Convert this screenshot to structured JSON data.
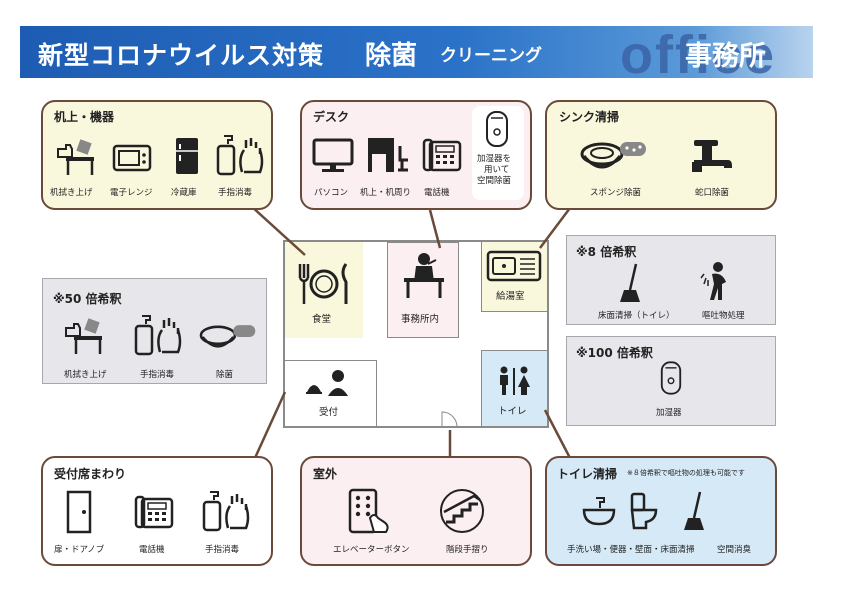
{
  "header": {
    "title": "新型コロナウイルス対策",
    "title2": "除菌",
    "title3": "クリーニング",
    "title4": "事務所",
    "watermark": "office"
  },
  "boxes": {
    "desk_top": {
      "title": "机上・機器",
      "items": [
        "机拭き上げ",
        "電子レンジ",
        "冷蔵庫",
        "手指消毒"
      ]
    },
    "desk": {
      "title": "デスク",
      "items": [
        "パソコン",
        "机上・机周り",
        "電話機"
      ],
      "humidifier": [
        "加湿器を",
        "用いて",
        "空間除菌"
      ]
    },
    "sink": {
      "title": "シンク清掃",
      "items": [
        "スポンジ除菌",
        "蛇口除菌"
      ]
    },
    "dilute50": {
      "title": "※50 倍希釈",
      "items": [
        "机拭き上げ",
        "手指消毒",
        "除菌"
      ]
    },
    "dilute8": {
      "title": "※8 倍希釈",
      "items": [
        "床面清掃（トイレ）",
        "嘔吐物処理"
      ]
    },
    "dilute100": {
      "title": "※100 倍希釈",
      "items": [
        "加湿器"
      ]
    },
    "reception_area": {
      "title": "受付席まわり",
      "items": [
        "扉・ドアノブ",
        "電話機",
        "手指消毒"
      ]
    },
    "outside": {
      "title": "室外",
      "items": [
        "エレベーターボタン",
        "階段手摺り"
      ]
    },
    "toilet_clean": {
      "title": "トイレ清掃",
      "note": "※８倍希釈で嘔吐物の処理も可能です",
      "items": [
        "手洗い場・便器・壁面・床面清掃",
        "空間消臭"
      ]
    }
  },
  "rooms": {
    "cafeteria": "食堂",
    "office": "事務所内",
    "kitchen": "給湯室",
    "reception": "受付",
    "toilet": "トイレ"
  },
  "colors": {
    "header": "#1e5cb3",
    "border": "#6b4a3a",
    "yellow": "#f9f7dc",
    "pink": "#fbeff2",
    "blue": "#d6e9f7",
    "gray": "#e7e6ea"
  }
}
